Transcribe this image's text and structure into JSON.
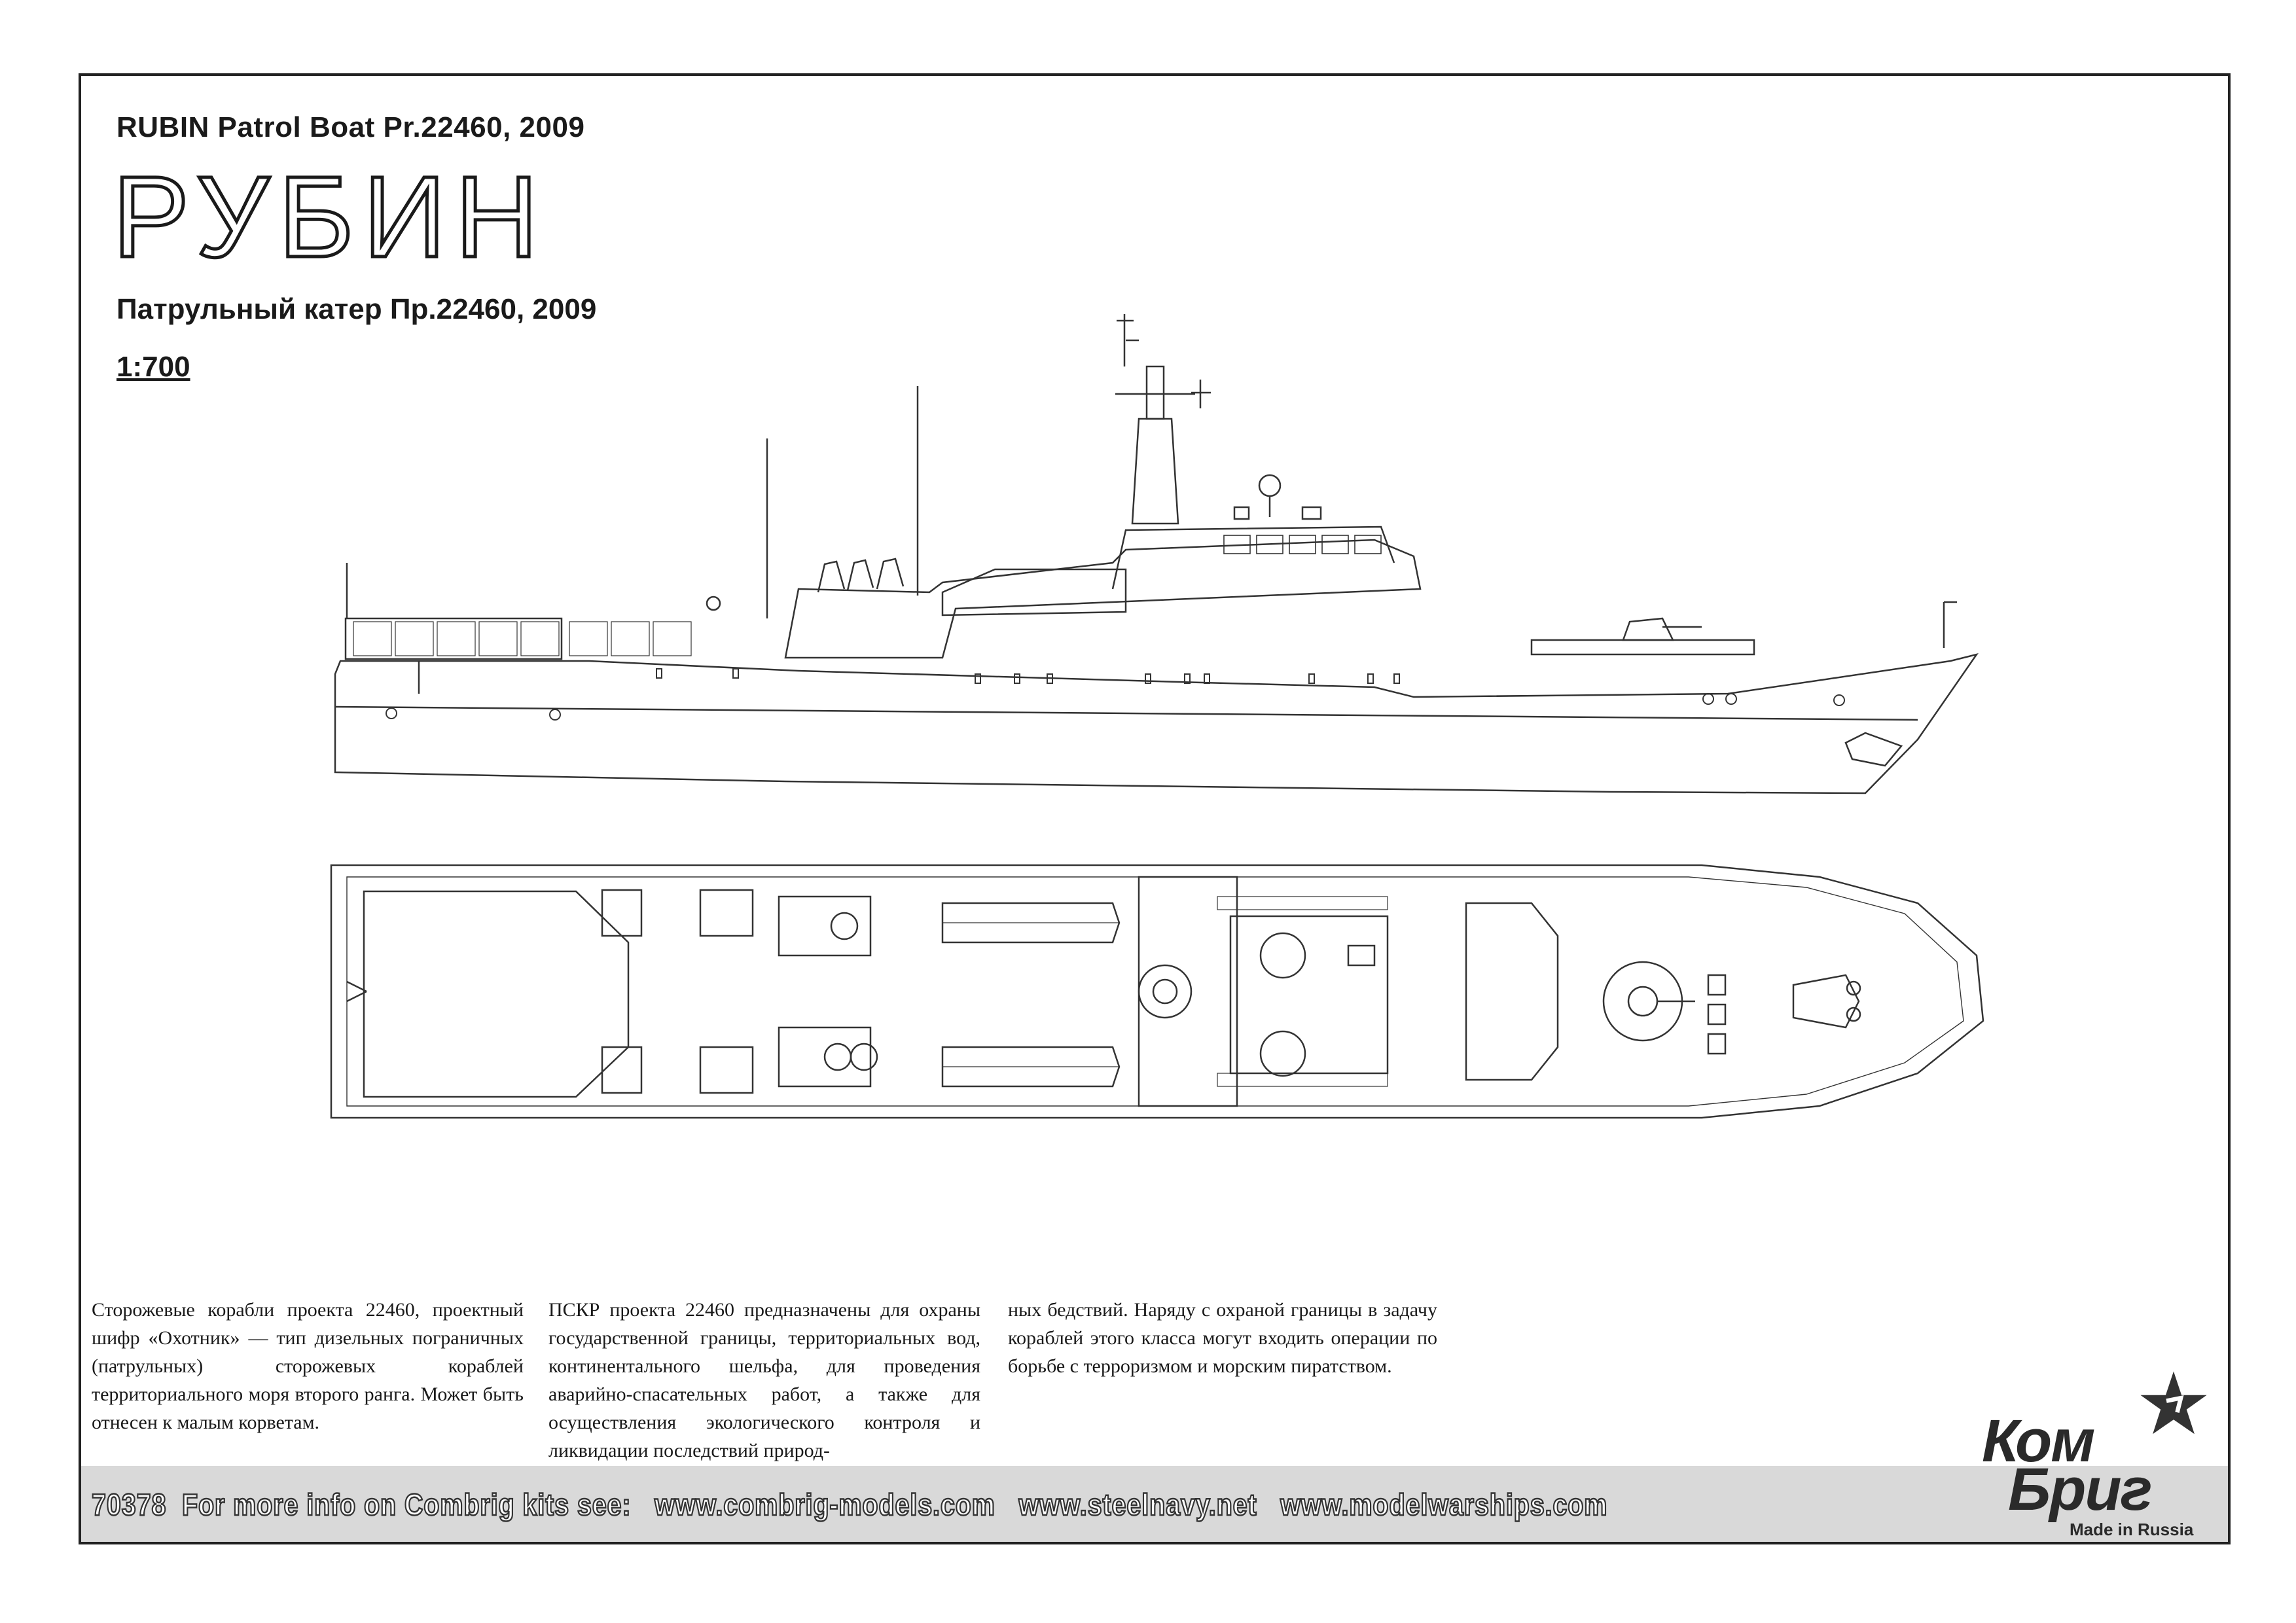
{
  "header": {
    "subtitle_en": "RUBIN Patrol Boat Pr.22460, 2009",
    "title_ru": "РУБИН",
    "subtitle_ru": "Патрульный катер Пр.22460, 2009",
    "scale": "1:700"
  },
  "description": {
    "column1": "Сторожевые корабли проекта 22460, проектный шифр «Охотник» — тип дизельных пограничных (патрульных) сторожевых кораблей территориального моря второго ранга. Может быть отнесен к малым корветам.",
    "column2": "ПСКР проекта 22460 предназначены для охраны государственной границы, территориальных вод, континентального шельфа, для проведения аварийно-спасательных работ, а также для осуществления экологического контроля и ликвидации последствий природ-",
    "column3": "ных бедствий. Наряду с охраной границы в задачу кораблей этого класса могут входить операции по борьбе с терроризмом и морским пиратством."
  },
  "footer": {
    "text": "70378  For more info on Combrig kits see:   www.combrig-models.com   www.steelnavy.net   www.modelwarships.com"
  },
  "logo": {
    "line1": "Ком",
    "line2": "Бриг",
    "made_in": "Made in Russia"
  },
  "drawing": {
    "views": [
      "side-profile",
      "top-plan"
    ],
    "line_color": "#333333"
  }
}
